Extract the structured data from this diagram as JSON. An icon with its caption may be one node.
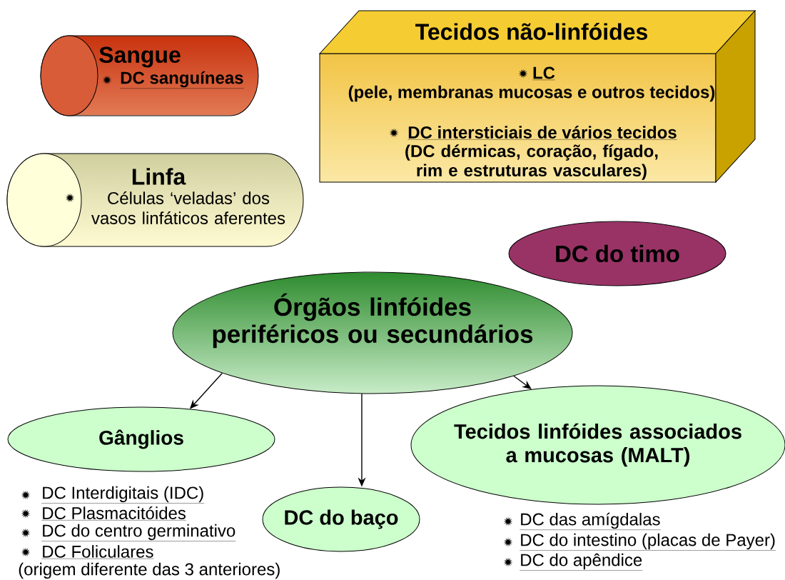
{
  "diagram": {
    "nodes": [
      {
        "text": [
          "Sangue",
          "DC sanguíneas"
        ]
      },
      {
        "text": [
          "Tecidos não-linfóides",
          "LC",
          "(pele, membranas mucosas e outros tecidos)",
          "DC intersticiais de vários tecidos",
          "(DC dérmicas, coração, fígado, rim e estruturas vasculares)"
        ]
      },
      {
        "text": [
          "Linfa",
          "Células ‘veladas’ dos vasos linfáticos aferentes"
        ]
      },
      {
        "text": [
          "DC do timo"
        ]
      },
      {
        "text": [
          "Órgãos linfóides periféricos ou secundários"
        ]
      },
      {
        "text": [
          "Gânglios"
        ],
        "beside": [
          "DC Interdigitais (IDC)",
          "DC Plasmacitóides",
          "DC do centro germinativo",
          "DC Foliculares",
          "(origem diferente das 3 anteriores)"
        ]
      },
      {
        "text": [
          "Tecidos linfóides associados a mucosas (MALT)"
        ],
        "beside": [
          "DC das amígdalas",
          "DC do intestino (placas de Payer)",
          "DC do apêndice"
        ]
      },
      {
        "text": [
          "DC do baço"
        ]
      }
    ],
    "edges": [
      {
        "from": 4,
        "to": 5,
        "arrow": "to"
      },
      {
        "from": 4,
        "to": 7,
        "arrow": "to"
      },
      {
        "from": 4,
        "to": 6,
        "arrow": "to"
      }
    ]
  }
}
